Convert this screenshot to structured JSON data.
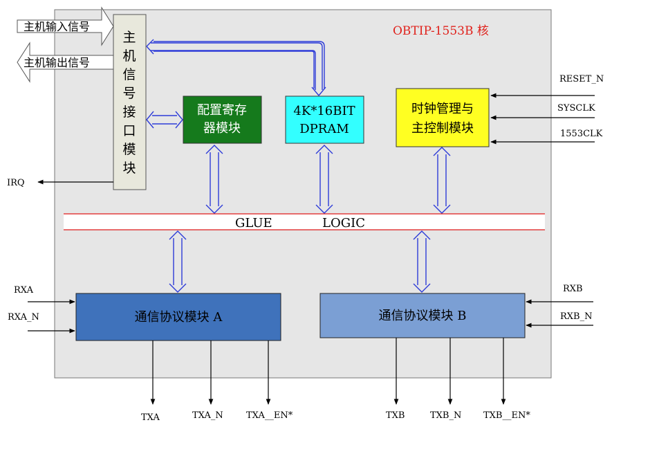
{
  "core_title": "OBTIP-1553B 核",
  "host_in_label": "主机输入信号",
  "host_out_label": "主机输出信号",
  "host_interface": [
    "主",
    "机",
    "信",
    "号",
    "接",
    "口",
    "模",
    "块"
  ],
  "config_reg": [
    "配置寄存",
    "器模块"
  ],
  "dpram": [
    "4K*16BIT",
    "DPRAM"
  ],
  "clock_mgmt": [
    "时钟管理与",
    "主控制模块"
  ],
  "glue": [
    "GLUE",
    "LOGIC"
  ],
  "protocol_a": "通信协议模块 A",
  "protocol_b": "通信协议模块 B",
  "inputs_right_top": [
    "RESET_N",
    "SYSCLK",
    "1553CLK"
  ],
  "irq": "IRQ",
  "inputs_a": [
    "RXA",
    "RXA_N"
  ],
  "inputs_b": [
    "RXB",
    "RXB_N"
  ],
  "outputs_a": [
    "TXA",
    "TXA_N",
    "TXA__EN*"
  ],
  "outputs_b": [
    "TXB",
    "TXB_N",
    "TXB__EN*"
  ],
  "colors": {
    "core_bg": "#e6e6e6",
    "config_reg": "#157a1c",
    "dpram": "#33ffff",
    "clock_mgmt": "#ffff22",
    "protocol_a": "#3f72bb",
    "protocol_b": "#7b9fd4",
    "glue_line": "#e01a1a",
    "title": "#e0221c",
    "bus": "#2d3bd8"
  }
}
